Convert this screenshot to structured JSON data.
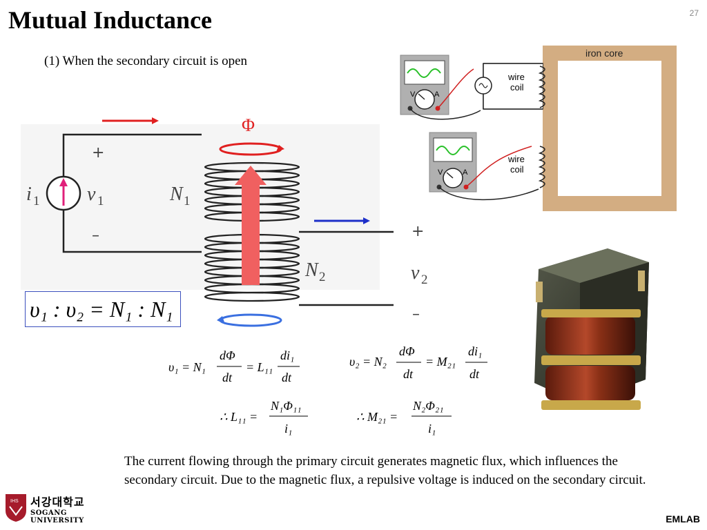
{
  "slide": {
    "title": "Mutual Inductance",
    "page_number": "27",
    "subtitle": "(1) When the secondary circuit is open",
    "description": "The current flowing through the primary circuit generates magnetic flux, which influences the secondary circuit. Due to the magnetic flux, a repulsive voltage is induced on the secondary circuit.",
    "footer": "EMLAB"
  },
  "circuit": {
    "current_label": "i",
    "current_sub": "1",
    "voltage1_label": "v",
    "voltage1_sub": "1",
    "plus_sign": "+",
    "minus_sign": "–",
    "n1_label": "N",
    "n1_sub": "1",
    "n2_label": "N",
    "n2_sub": "2",
    "flux_label": "Φ",
    "v2_label": "v",
    "v2_sub": "2",
    "plus_sign_2": "+",
    "minus_sign_2": "–"
  },
  "ratio": {
    "text": "υ₁ : υ₂ = N₁ : N₁"
  },
  "equations": {
    "eq1_lhs": "υ₁ = N₁",
    "eq1_num1": "dΦ",
    "eq1_den1": "dt",
    "eq1_mid": "= L₁₁",
    "eq1_num2": "di₁",
    "eq1_den2": "dt",
    "eq2_lhs": "υ₂ = N₂",
    "eq2_num1": "dΦ",
    "eq2_den1": "dt",
    "eq2_mid": "= M₂₁",
    "eq2_num2": "di₁",
    "eq2_den2": "dt",
    "eq3_lhs": "∴ L₁₁ =",
    "eq3_num": "N₁Φ₁₁",
    "eq3_den": "i₁",
    "eq4_lhs": "∴ M₂₁ =",
    "eq4_num": "N₂Φ₂₁",
    "eq4_den": "i₁"
  },
  "apparatus": {
    "core_label": "iron core",
    "coil1_label_a": "wire",
    "coil1_label_b": "coil",
    "coil2_label_a": "wire",
    "coil2_label_b": "coil",
    "meter_v": "V",
    "meter_a": "A"
  },
  "logo": {
    "korean_name": "서강대학교",
    "english_name": "SOGANG UNIVERSITY",
    "seal_text": "IHS"
  },
  "colors": {
    "arrow_red": "#e02020",
    "arrow_blue": "#1d2fc9",
    "flux_arrow": "#f06060",
    "flux_ring_red": "#e02020",
    "flux_ring_blue": "#3a6fe0",
    "source_arrow": "#e0207a",
    "core_color": "#d3ad82",
    "logo_red": "#a61b2b"
  }
}
